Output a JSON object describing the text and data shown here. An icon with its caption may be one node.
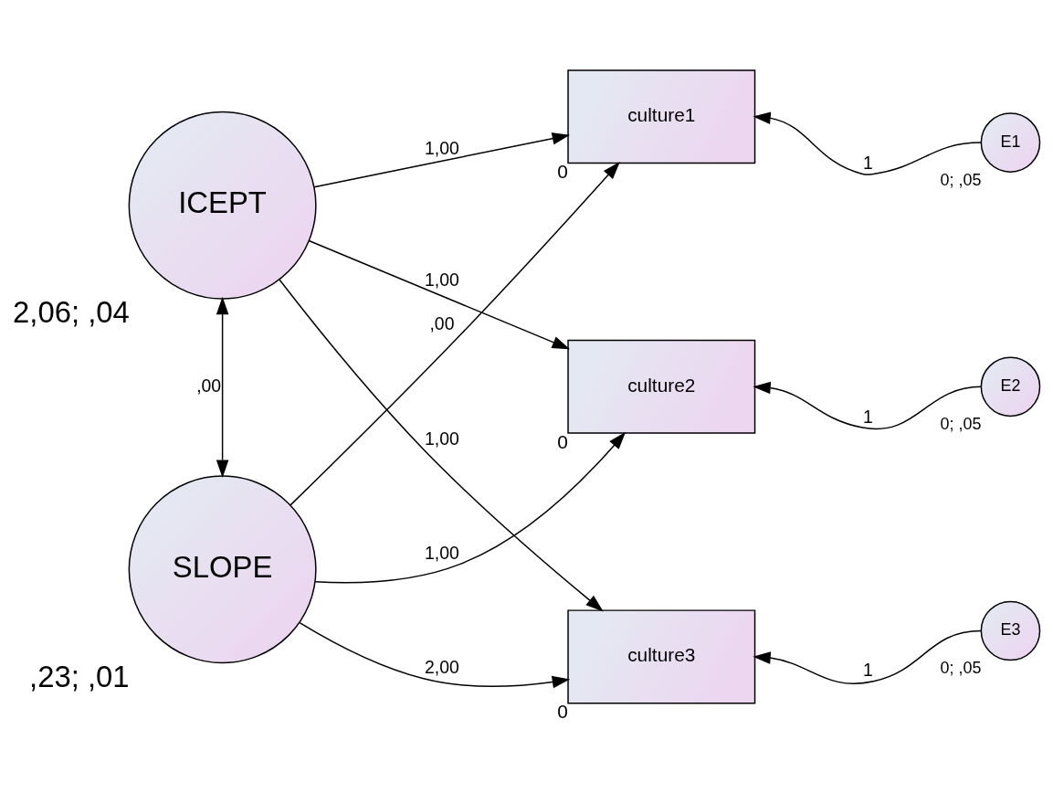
{
  "diagram": {
    "nodes": [
      {
        "text": [
          "ICEPT"
        ],
        "beside": [
          "2,06; ,04"
        ]
      },
      {
        "text": [
          "SLOPE"
        ],
        "beside": [
          ",23; ,01"
        ]
      },
      {
        "text": [
          "culture1"
        ],
        "beside": [
          "0"
        ]
      },
      {
        "text": [
          "culture2"
        ],
        "beside": [
          "0"
        ]
      },
      {
        "text": [
          "culture3"
        ],
        "beside": [
          "0"
        ]
      },
      {
        "text": [
          "E1"
        ],
        "beside": [
          "0; ,05"
        ]
      },
      {
        "text": [
          "E2"
        ],
        "beside": [
          "0; ,05"
        ]
      },
      {
        "text": [
          "E3"
        ],
        "beside": [
          "0; ,05"
        ]
      }
    ],
    "edges": [
      {
        "from": 0,
        "to": 2,
        "arrow": "to",
        "label": "1,00"
      },
      {
        "from": 0,
        "to": 3,
        "arrow": "to",
        "label": "1,00"
      },
      {
        "from": 0,
        "to": 4,
        "arrow": "to",
        "label": "1,00"
      },
      {
        "from": 1,
        "to": 2,
        "arrow": "to",
        "label": ",00"
      },
      {
        "from": 1,
        "to": 3,
        "arrow": "to",
        "label": "1,00"
      },
      {
        "from": 1,
        "to": 4,
        "arrow": "to",
        "label": "2,00"
      },
      {
        "from": 0,
        "to": 1,
        "arrow": "both",
        "label": ",00"
      },
      {
        "from": 5,
        "to": 2,
        "arrow": "to",
        "label": "1"
      },
      {
        "from": 6,
        "to": 3,
        "arrow": "to",
        "label": "1"
      },
      {
        "from": 7,
        "to": 4,
        "arrow": "to",
        "label": "1"
      }
    ]
  }
}
